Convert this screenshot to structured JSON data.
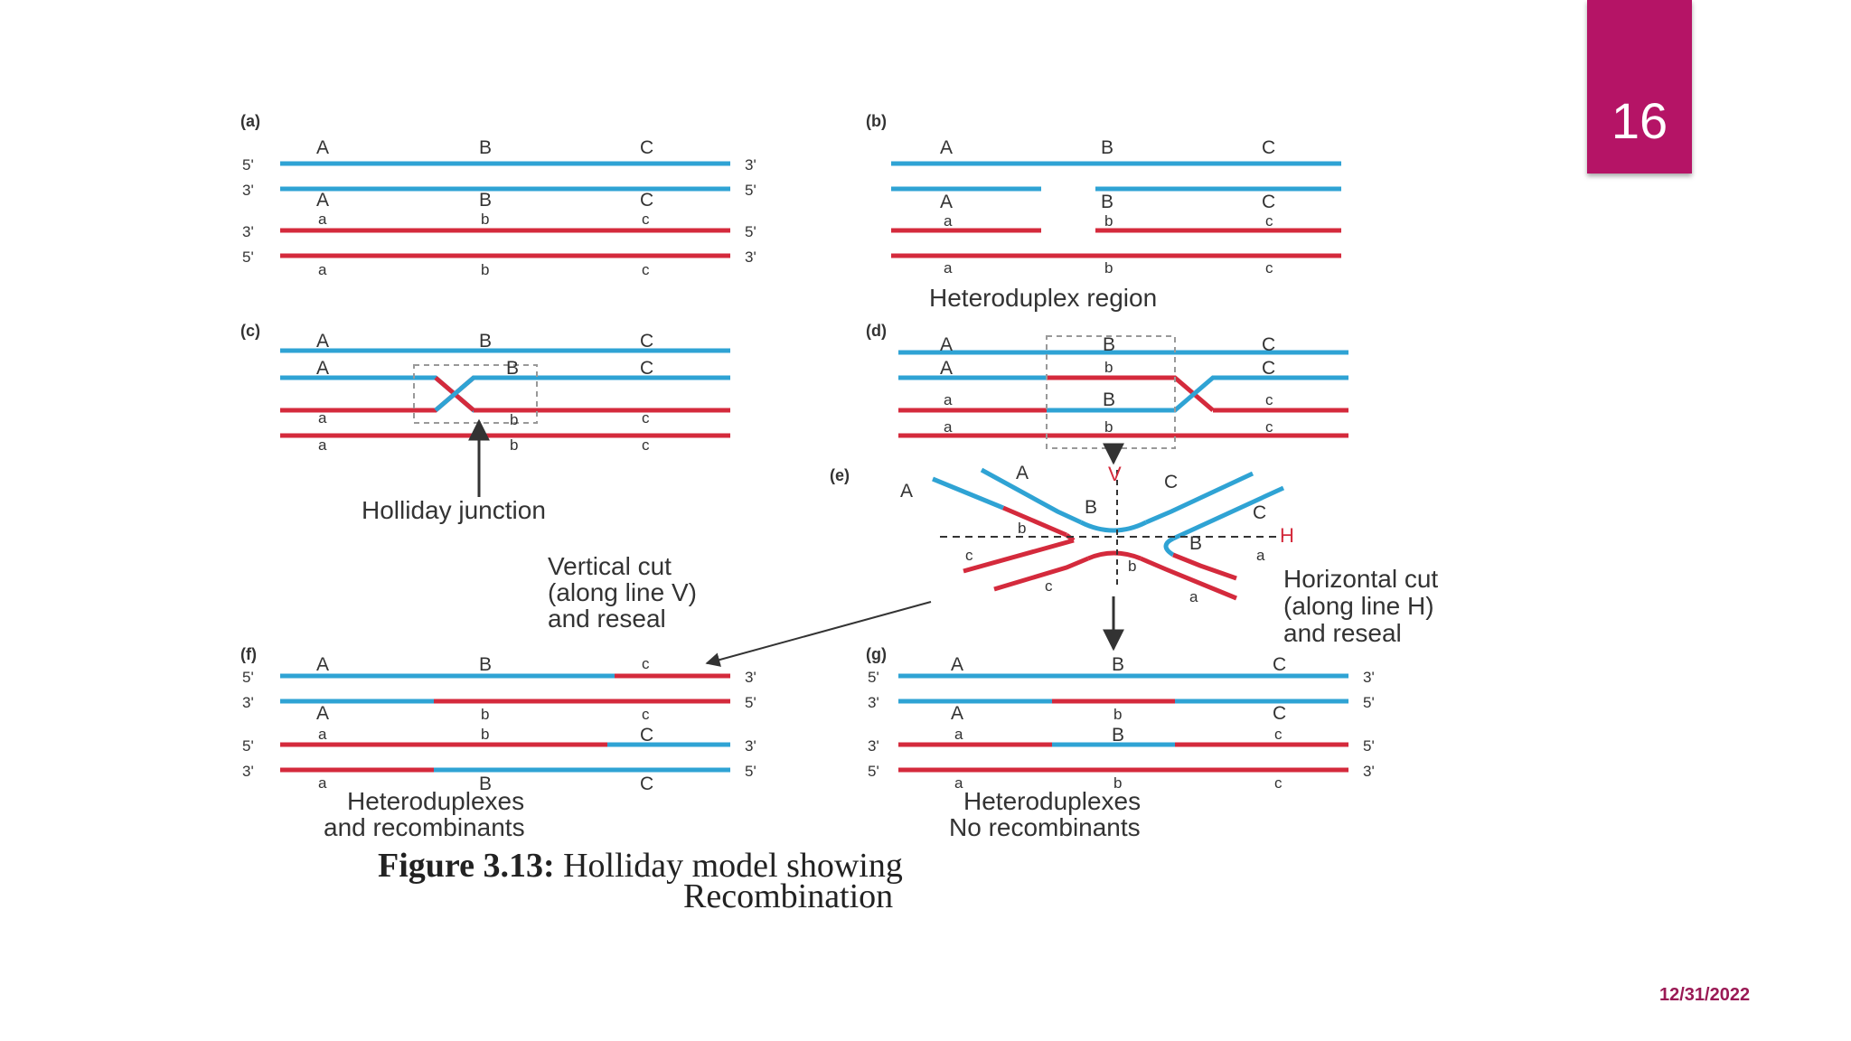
{
  "slide": {
    "number": "16",
    "date": "12/31/2022",
    "colors": {
      "accent": "#b51466",
      "blue_strand": "#2fa3d4",
      "red_strand": "#d42a3c"
    }
  },
  "figure": {
    "panels": {
      "a": {
        "tag": "(a)",
        "top_labels": [
          "A",
          "B",
          "C"
        ],
        "strand2_labels": [
          "A",
          "B",
          "C"
        ],
        "strand3_labels": [
          "a",
          "b",
          "c"
        ],
        "bottom_labels": [
          "a",
          "b",
          "c"
        ],
        "left_ends": [
          "5'",
          "3'",
          "3'",
          "5'"
        ],
        "right_ends": [
          "3'",
          "5'",
          "5'",
          "3'"
        ]
      },
      "b": {
        "tag": "(b)",
        "top_labels": [
          "A",
          "B",
          "C"
        ],
        "strand2_labels": [
          "A",
          "B",
          "C"
        ],
        "strand3_labels": [
          "a",
          "b",
          "c"
        ],
        "bottom_labels": [
          "a",
          "b",
          "c"
        ],
        "caption": "Heteroduplex region"
      },
      "c": {
        "tag": "(c)",
        "row1": [
          "A",
          "B",
          "C"
        ],
        "row2": [
          "A",
          "B",
          "C"
        ],
        "row3": [
          "a",
          "b",
          "c"
        ],
        "row4": [
          "a",
          "b",
          "c"
        ],
        "caption": "Holliday junction"
      },
      "d": {
        "tag": "(d)",
        "row1": [
          "A",
          "B",
          "C"
        ],
        "row2": [
          "A",
          "b",
          "C"
        ],
        "row3": [
          "a",
          "B",
          "c"
        ],
        "row4": [
          "a",
          "b",
          "c"
        ]
      },
      "e": {
        "tag": "(e)",
        "labels": [
          "A",
          "A",
          "B",
          "C",
          "C",
          "b",
          "B",
          "c",
          "c",
          "b",
          "a",
          "a"
        ],
        "line_v": "V",
        "line_h": "H"
      },
      "f": {
        "tag": "(f)",
        "row1": [
          "A",
          "B",
          "c"
        ],
        "row2": [
          "A",
          "b",
          "c"
        ],
        "row3": [
          "a",
          "b",
          "C"
        ],
        "row4": [
          "a",
          "B",
          "C"
        ],
        "left_ends": [
          "5'",
          "3'",
          "5'",
          "3'"
        ],
        "right_ends": [
          "3'",
          "5'",
          "3'",
          "5'"
        ],
        "caption_lines": [
          "Heteroduplexes",
          "and recombinants"
        ]
      },
      "g": {
        "tag": "(g)",
        "row1": [
          "A",
          "B",
          "C"
        ],
        "row2": [
          "A",
          "b",
          "C"
        ],
        "row3": [
          "a",
          "B",
          "c"
        ],
        "row4": [
          "a",
          "b",
          "c"
        ],
        "left_ends": [
          "5'",
          "3'",
          "3'",
          "5'"
        ],
        "right_ends": [
          "3'",
          "5'",
          "5'",
          "3'"
        ],
        "caption_lines": [
          "Heteroduplexes",
          "No recombinants"
        ]
      }
    },
    "vertical_cut_lines": [
      "Vertical cut",
      "(along line V)",
      "and reseal"
    ],
    "horizontal_cut_lines": [
      "Horizontal cut",
      "(along line H)",
      "and reseal"
    ],
    "caption_bold": "Figure 3.13:",
    "caption_rest": " Holliday model showing",
    "caption_line2": "Recombination"
  }
}
